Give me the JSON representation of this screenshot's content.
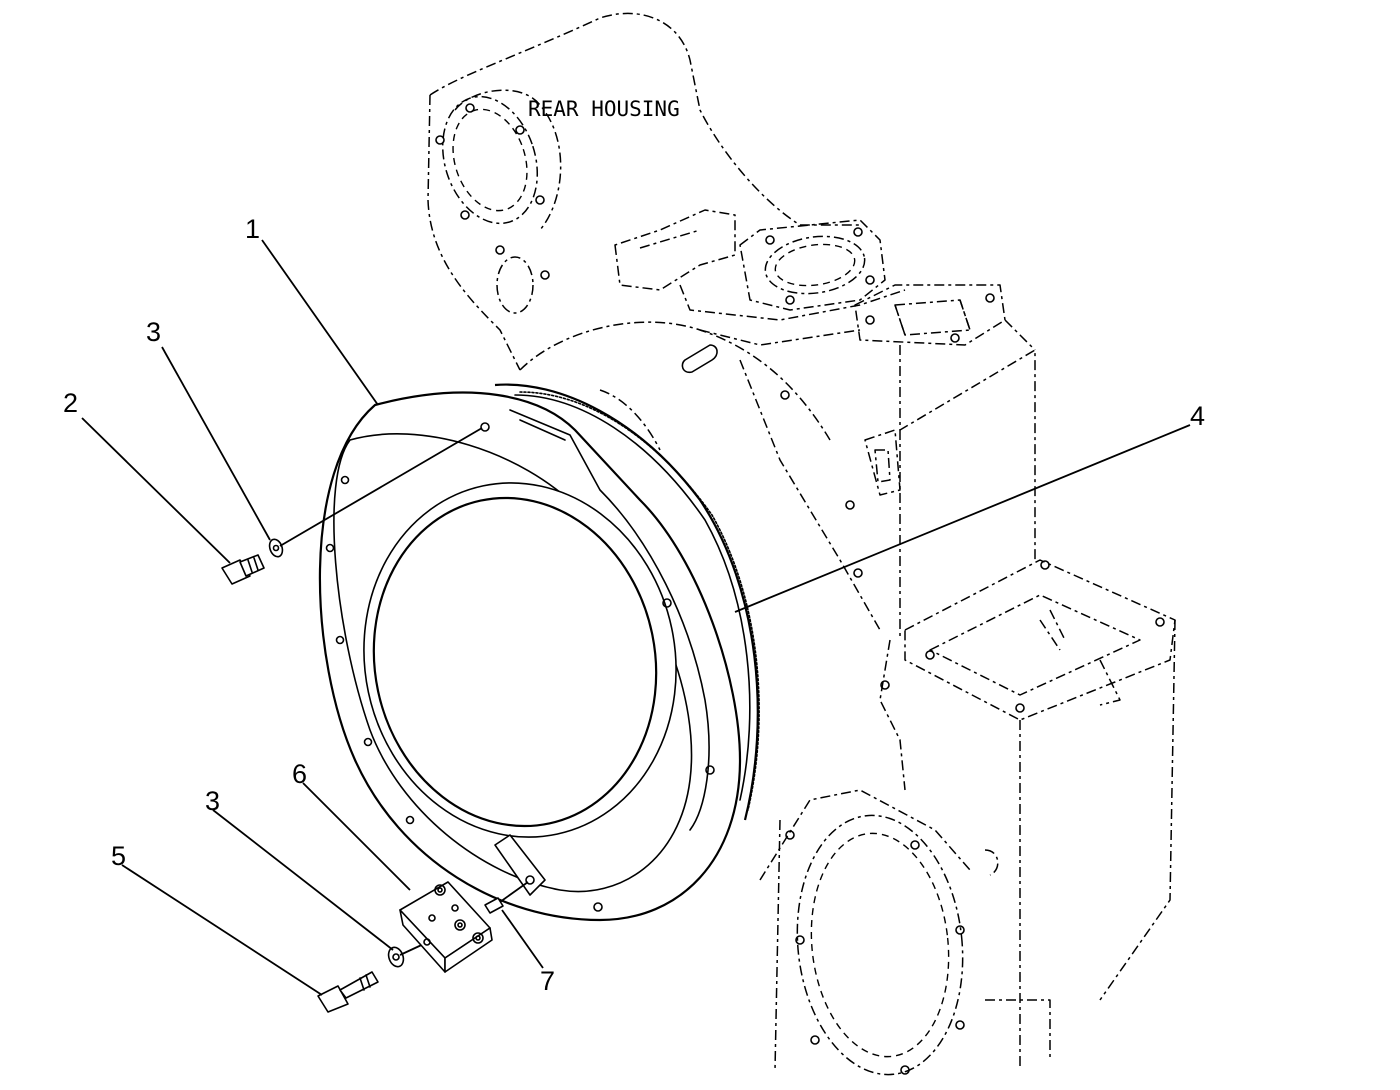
{
  "diagram": {
    "title": "REAR HOUSING",
    "callouts": [
      {
        "id": "1",
        "text": "1"
      },
      {
        "id": "2",
        "text": "2"
      },
      {
        "id": "3a",
        "text": "3"
      },
      {
        "id": "3b",
        "text": "3"
      },
      {
        "id": "4",
        "text": "4"
      },
      {
        "id": "5",
        "text": "5"
      },
      {
        "id": "6",
        "text": "6"
      },
      {
        "id": "7",
        "text": "7"
      }
    ]
  }
}
